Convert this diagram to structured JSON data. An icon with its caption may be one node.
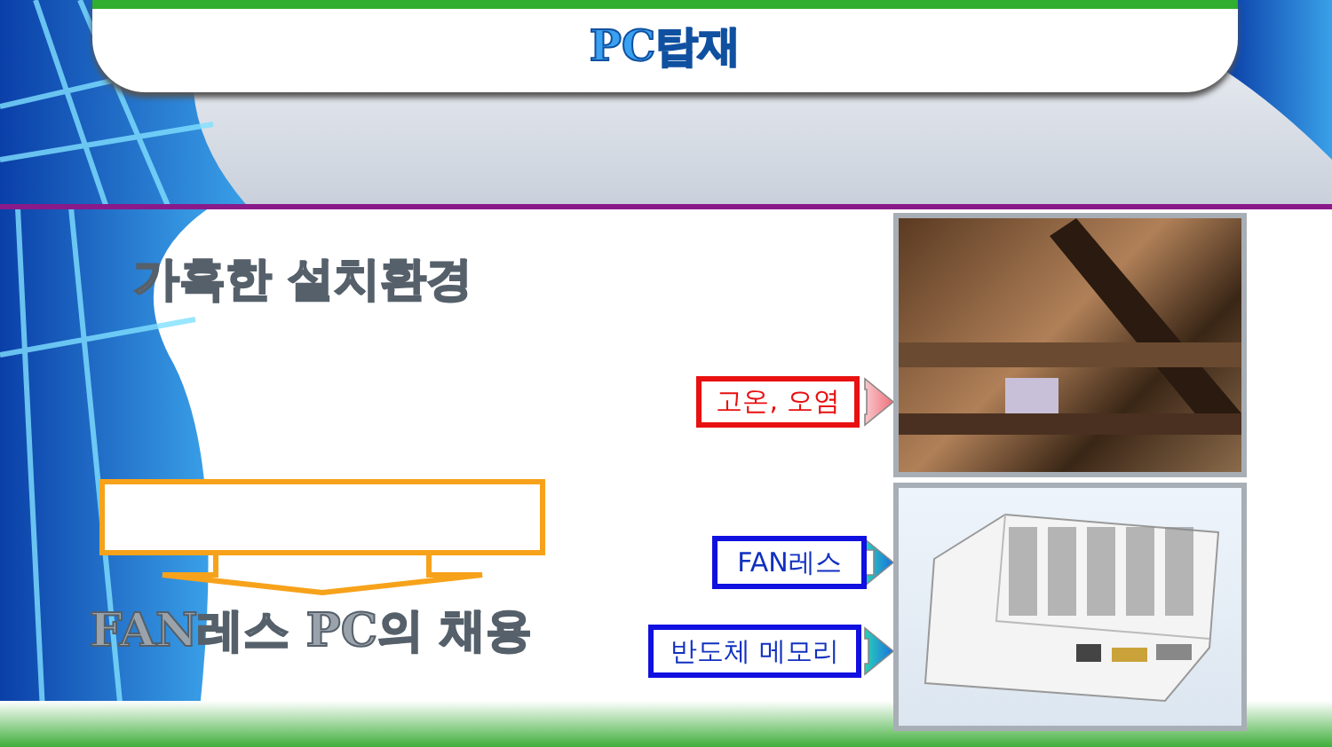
{
  "diagram": {
    "title": "PC탑재",
    "nodes": [
      {
        "text": [],
        "shape": "box"
      },
      {
        "text": [
          "FAN레스 PC의 채용"
        ]
      },
      {
        "text": [
          "고온, 오염"
        ]
      },
      {
        "text": [],
        "shape": "picture"
      },
      {
        "text": [
          "FAN레스"
        ]
      },
      {
        "text": [
          "반도체 메모리"
        ]
      },
      {
        "text": [],
        "shape": "picture"
      }
    ],
    "edges": [
      {
        "from": 0,
        "to": 1,
        "arrow": "to",
        "color": "#f7a21b"
      },
      {
        "from": 2,
        "to": 3,
        "arrow": "to",
        "color": "#f0707a"
      },
      {
        "from": 4,
        "to": 6,
        "arrow": "to"
      },
      {
        "from": 5,
        "to": 6,
        "arrow": "to"
      }
    ],
    "labels": [
      "가혹한 설치환경"
    ]
  }
}
